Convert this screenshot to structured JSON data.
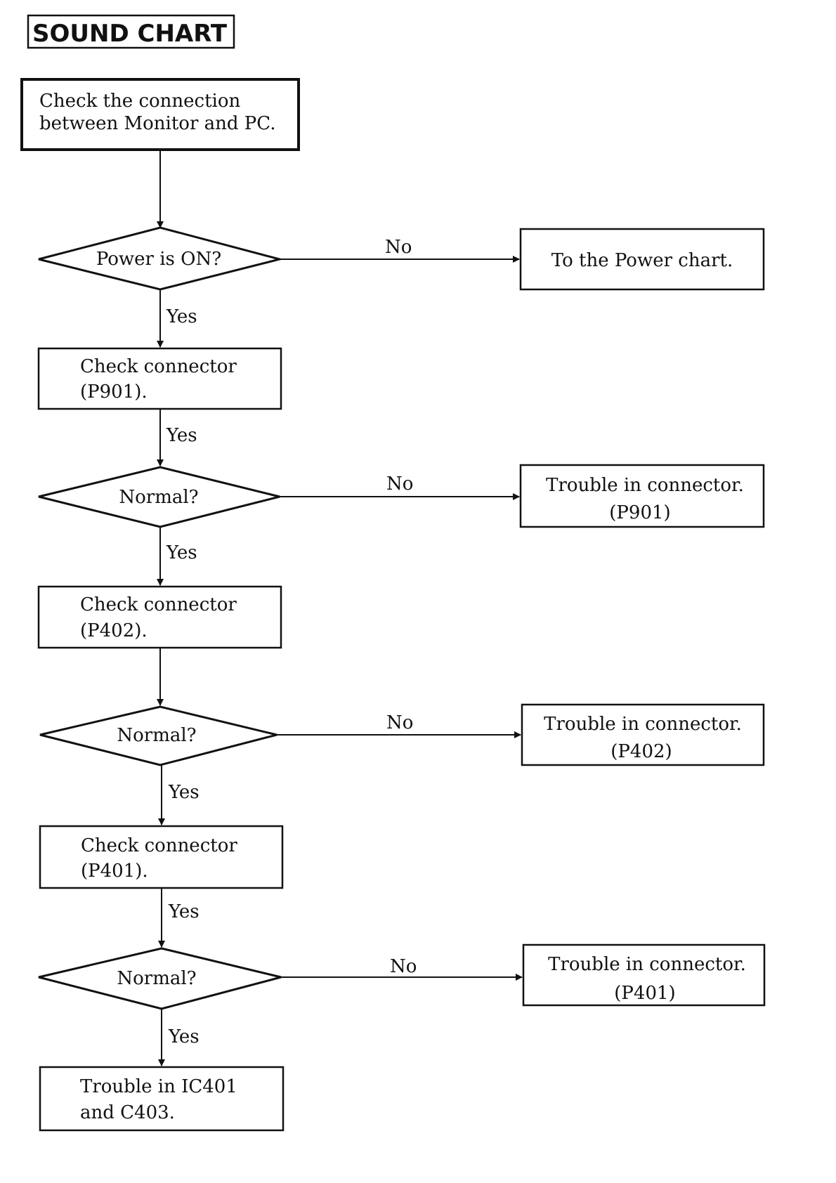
{
  "title": "SOUND CHART",
  "nodes": {
    "start": [
      "Check the connection",
      "between Monitor and PC."
    ],
    "d_power": "Power is ON?",
    "power_chart": "To the Power chart.",
    "check_p901": [
      "Check connector",
      "(P901)."
    ],
    "d_normal_1": "Normal?",
    "trouble_p901": [
      "Trouble in connector.",
      "(P901)"
    ],
    "check_p402": [
      "Check connector",
      "(P402)."
    ],
    "d_normal_2": "Normal?",
    "trouble_p402": [
      "Trouble in connector.",
      "(P402)"
    ],
    "check_p401": [
      "Check connector",
      "(P401)."
    ],
    "d_normal_3": "Normal?",
    "trouble_p401": [
      "Trouble in connector.",
      "(P401)"
    ],
    "trouble_ic401": [
      "Trouble in IC401",
      "and C403."
    ]
  },
  "edges": {
    "power_no": "No",
    "power_yes": "Yes",
    "p901_yes": "Yes",
    "normal1_no": "No",
    "normal1_yes": "Yes",
    "normal2_no": "No",
    "normal2_yes": "Yes",
    "p401_yes": "Yes",
    "normal3_no": "No",
    "normal3_yes": "Yes"
  }
}
